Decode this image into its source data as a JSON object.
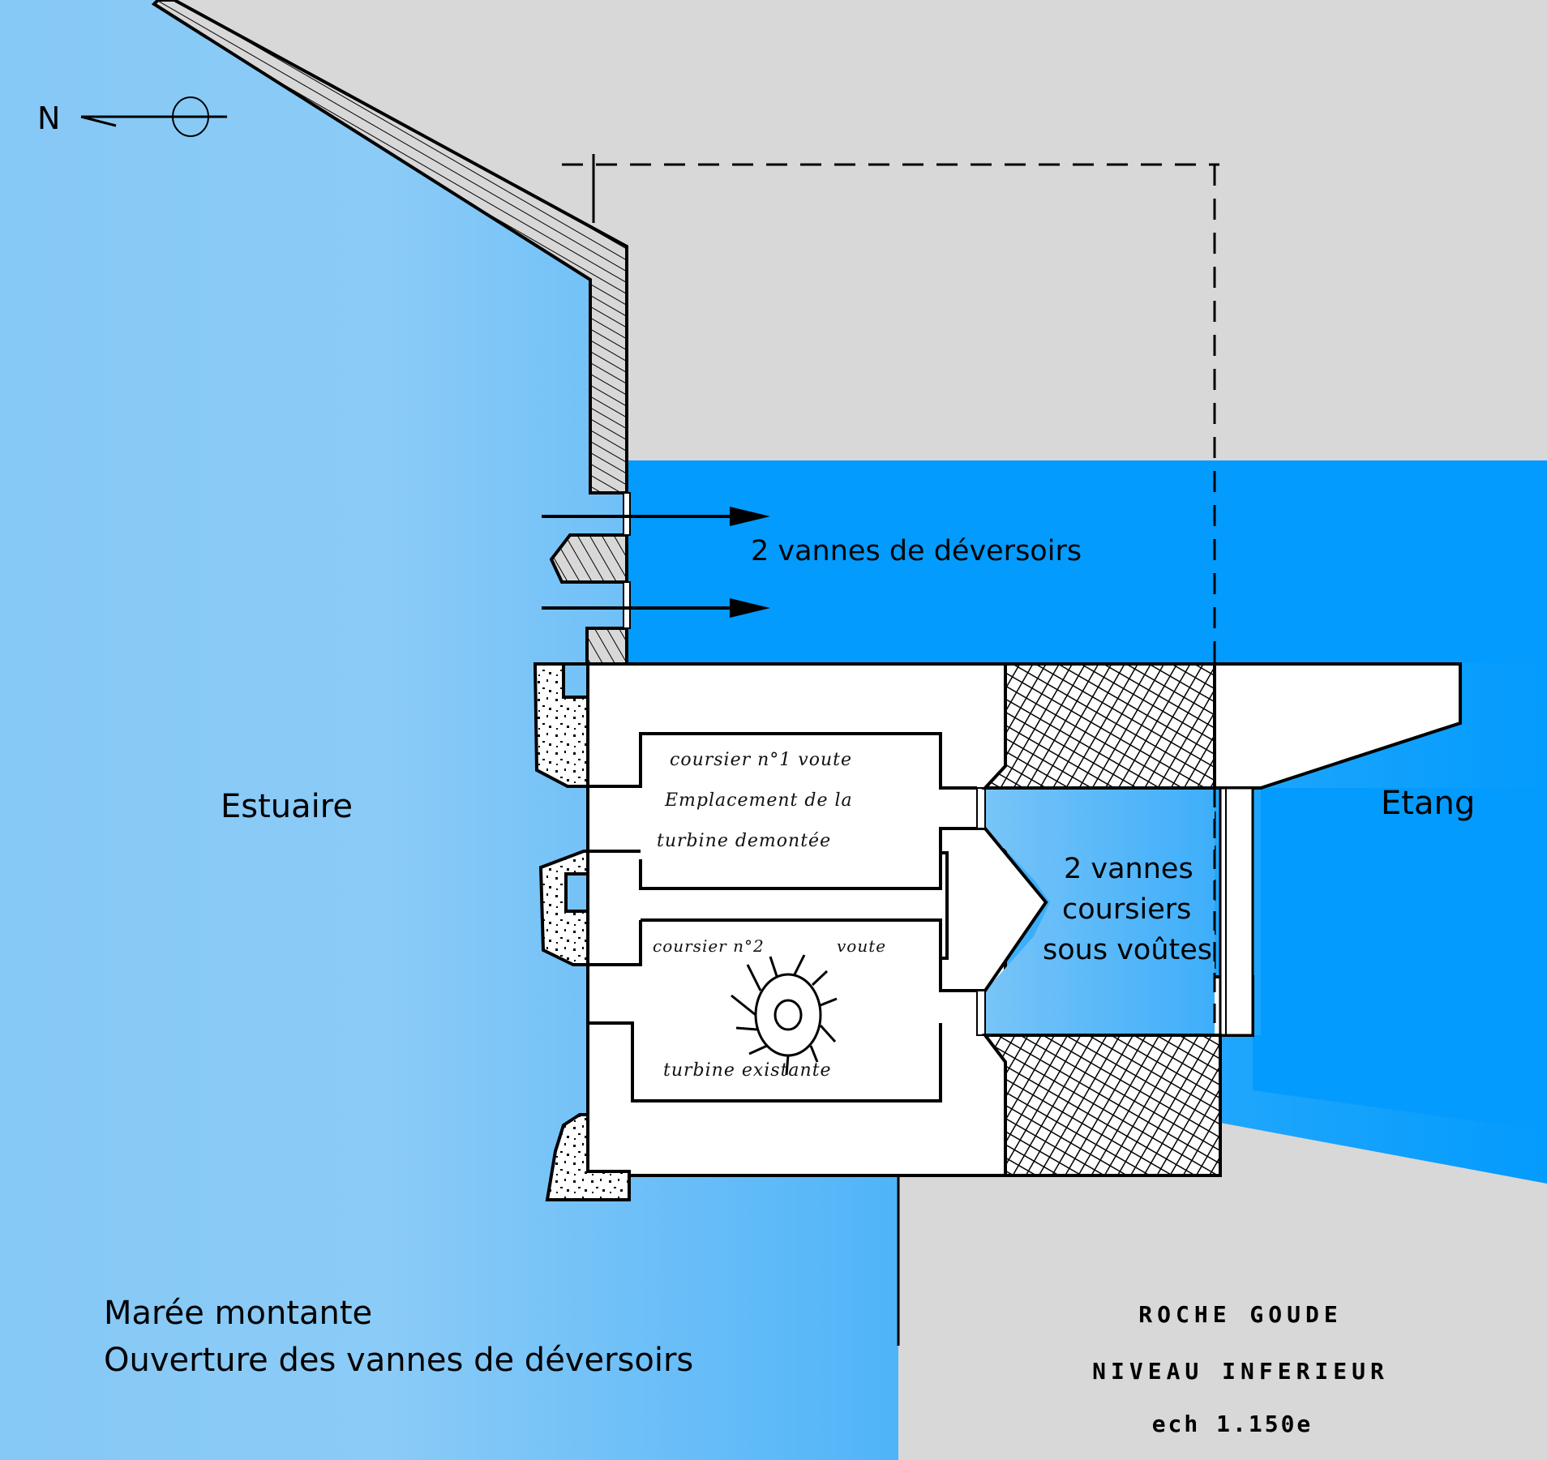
{
  "diagram": {
    "title_block": {
      "line1": "ROCHE GOUDE",
      "line2": "NIVEAU INFERIEUR",
      "line3": "ech 1.150e"
    },
    "caption": {
      "line1": "Marée montante",
      "line2": "Ouverture des vannes de déversoirs"
    },
    "compass": {
      "label": "N",
      "icon": "north-arrow-icon"
    },
    "regions": {
      "estuary": "Estuaire",
      "pond": "Etang"
    },
    "annotations": {
      "spillway_gates": "2 vannes de déversoirs",
      "channel_gates_line1": "2 vannes",
      "channel_gates_line2": "coursiers",
      "channel_gates_line3": "sous voûtes"
    },
    "handwritten": {
      "channel1_line1": "coursier n°1 voute",
      "channel1_line2": "Emplacement de la",
      "channel1_line3": "turbine demontée",
      "channel2_left": "coursier n°2",
      "channel2_right": "voute",
      "turbine": "turbine existante"
    },
    "colors": {
      "water_light": "#8ccbf7",
      "water_deep": "#039bfd",
      "land": "#d8d8d8",
      "structure": "#ffffff",
      "ink": "#000000"
    }
  }
}
